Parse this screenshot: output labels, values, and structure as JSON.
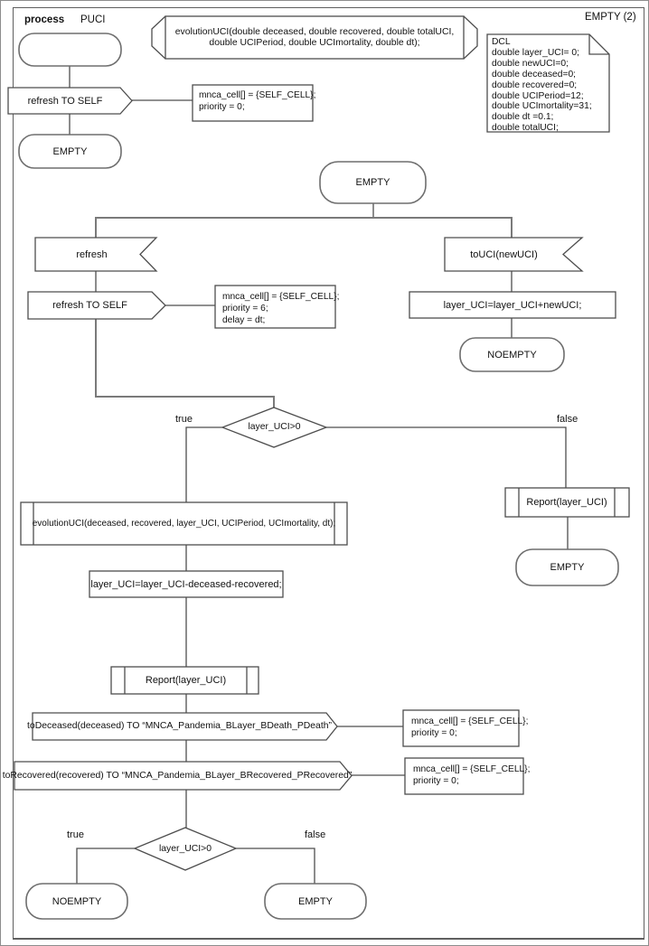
{
  "frame": {
    "kind_label": "process",
    "process_name": "PUCI",
    "page_label": "EMPTY (2)"
  },
  "signature": {
    "line1": "evolutionUCI(double deceased, double recovered, double totalUCI,",
    "line2": "double UCIPeriod, double UCImortality, double dt);"
  },
  "dcl": {
    "lines": [
      "DCL",
      "double layer_UCI= 0;",
      "double newUCI=0;",
      "double deceased=0;",
      "double recovered=0;",
      "double UCIPeriod=12;",
      "double UCImortality=31;",
      "double dt =0.1;",
      "double totalUCI;"
    ]
  },
  "top_flow": {
    "send_refresh": "refresh TO SELF",
    "comment": [
      "mnca_cell[] = {SELF_CELL};",
      "priority = 0;"
    ],
    "state_empty": "EMPTY"
  },
  "main_flow": {
    "state_empty": "EMPTY",
    "left": {
      "input_refresh": "refresh",
      "send_refresh": "refresh TO SELF",
      "comment": [
        "mnca_cell[] = {SELF_CELL};",
        "priority = 6;",
        "delay = dt;"
      ]
    },
    "right": {
      "input_touci": "toUCI(newUCI)",
      "task_add": "layer_UCI=layer_UCI+newUCI;",
      "state_noempty": "NOEMPTY"
    },
    "decision1": {
      "label": "layer_UCI>0",
      "true_label": "true",
      "false_label": "false"
    },
    "false_branch": {
      "report": "Report(layer_UCI)",
      "state_empty": "EMPTY"
    },
    "true_branch": {
      "proc_call": "evolutionUCI(deceased, recovered, layer_UCI, UCIPeriod, UCImortality, dt);",
      "task_sub": "layer_UCI=layer_UCI-deceased-recovered;",
      "report": "Report(layer_UCI)",
      "send_deceased": "toDeceased(deceased) TO “MNCA_Pandemia_BLayer_BDeath_PDeath”",
      "comment_deceased": [
        "mnca_cell[] = {SELF_CELL};",
        "priority = 0;"
      ],
      "send_recovered": "toRecovered(recovered) TO “MNCA_Pandemia_BLayer_BRecovered_PRecovered”",
      "comment_recovered": [
        "mnca_cell[] = {SELF_CELL};",
        "priority = 0;"
      ],
      "decision2": {
        "label": "layer_UCI>0",
        "true_label": "true",
        "false_label": "false"
      },
      "state_noempty": "NOEMPTY",
      "state_empty": "EMPTY"
    }
  }
}
